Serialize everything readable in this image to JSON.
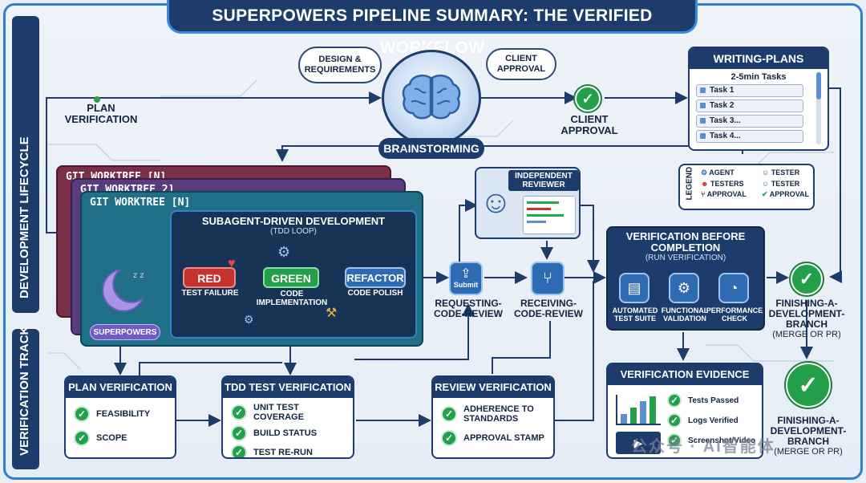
{
  "title": "SUPERPOWERS PIPELINE SUMMARY: THE VERIFIED WORKFLOW",
  "side_labels": {
    "lifecycle": "DEVELOPMENT LIFECYCLE",
    "track": "VERIFICATION TRACK"
  },
  "clouds": {
    "design": "DESIGN &\nREQUIREMENTS",
    "client": "CLIENT\nAPPROVAL"
  },
  "brainstorming": "BRAINSTORMING",
  "plan_verification_top": "PLAN\nVERIFICATION",
  "client_approval": "CLIENT\nAPPROVAL",
  "writing_plans": {
    "title": "WRITING-PLANS",
    "subtitle": "2-5min Tasks",
    "tasks": [
      "Task 1",
      "Task 2",
      "Task 3...",
      "Task 4..."
    ]
  },
  "legend": {
    "title": "LEGEND",
    "items": [
      "AGENT",
      "TESTER",
      "TESTERS",
      "TESTER",
      "APPROVAL",
      "APPROVAL"
    ]
  },
  "worktrees": [
    "GIT WORKTREE [N]",
    "GIT WORKTREE 2]",
    "GIT WORKTREE [N]"
  ],
  "subagent": {
    "title": "SUBAGENT-DRIVEN DEVELOPMENT",
    "subtitle": "(TDD LOOP)",
    "red": "RED",
    "red_caption": "TEST FAILURE",
    "green": "GREEN",
    "green_caption": "CODE\nIMPLEMENTATION",
    "refactor": "REFACTOR",
    "refactor_caption": "CODE POLISH"
  },
  "superpowers": "SUPERPOWERS",
  "reviewer": "INDEPENDENT\nREVIEWER",
  "submit": "Submit",
  "requesting": "REQUESTING-\nCODE-REVIEW",
  "receiving": "RECEIVING-\nCODE-REVIEW",
  "verification_before": {
    "title": "VERIFICATION BEFORE\nCOMPLETION",
    "subtitle": "(RUN VERIFICATION)",
    "items": [
      "AUTOMATED\nTEST SUITE",
      "FUNCTIONAL\nVALIDATION",
      "PERFORMANCE\nCHECK"
    ]
  },
  "finishing_top": {
    "title": "FINISHING-A-\nDEVELOPMENT-\nBRANCH",
    "sub": "(MERGE OR PR)"
  },
  "finishing_bottom": {
    "title": "FINISHING-A-\nDEVELOPMENT-\nBRANCH",
    "sub": "(MERGE OR PR)"
  },
  "plan_verification": {
    "title": "PLAN VERIFICATION",
    "items": [
      "FEASIBILITY",
      "SCOPE"
    ]
  },
  "tdd_verification": {
    "title": "TDD TEST VERIFICATION",
    "items": [
      "UNIT TEST COVERAGE",
      "BUILD STATUS",
      "TEST RE-RUN"
    ]
  },
  "review_verification": {
    "title": "REVIEW VERIFICATION",
    "items": [
      "ADHERENCE TO\nSTANDARDS",
      "APPROVAL STAMP"
    ]
  },
  "evidence": {
    "title": "VERIFICATION EVIDENCE",
    "items": [
      "Tests Passed",
      "Logs Verified",
      "Screenshot/Video"
    ]
  },
  "watermark": "公众号 · AI智能体",
  "colors": {
    "navy": "#1d3c6b",
    "blue": "#2f7fd0",
    "green": "#25a04a",
    "red": "#c6332f",
    "refactor": "#2e6bb3",
    "worktree_red": "#7a2f48",
    "worktree_purple": "#5a3c7e",
    "worktree_teal": "#1f6f86"
  }
}
